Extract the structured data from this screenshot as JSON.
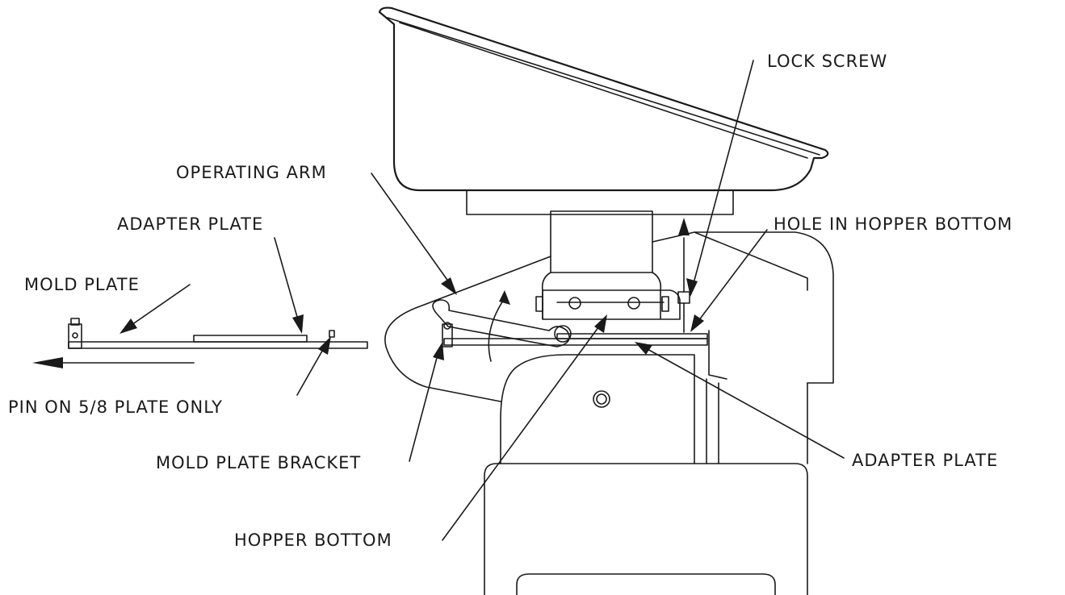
{
  "labels": {
    "lock_screw": "LOCK SCREW",
    "operating_arm": "OPERATING ARM",
    "hole_in_hopper_bottom": "HOLE IN HOPPER BOTTOM",
    "adapter_plate_left": "ADAPTER PLATE",
    "mold_plate": "MOLD PLATE",
    "pin_on_plate": "PIN ON 5/8 PLATE ONLY",
    "mold_plate_bracket": "MOLD PLATE BRACKET",
    "adapter_plate_right": "ADAPTER PLATE",
    "hopper_bottom": "HOPPER BOTTOM"
  }
}
